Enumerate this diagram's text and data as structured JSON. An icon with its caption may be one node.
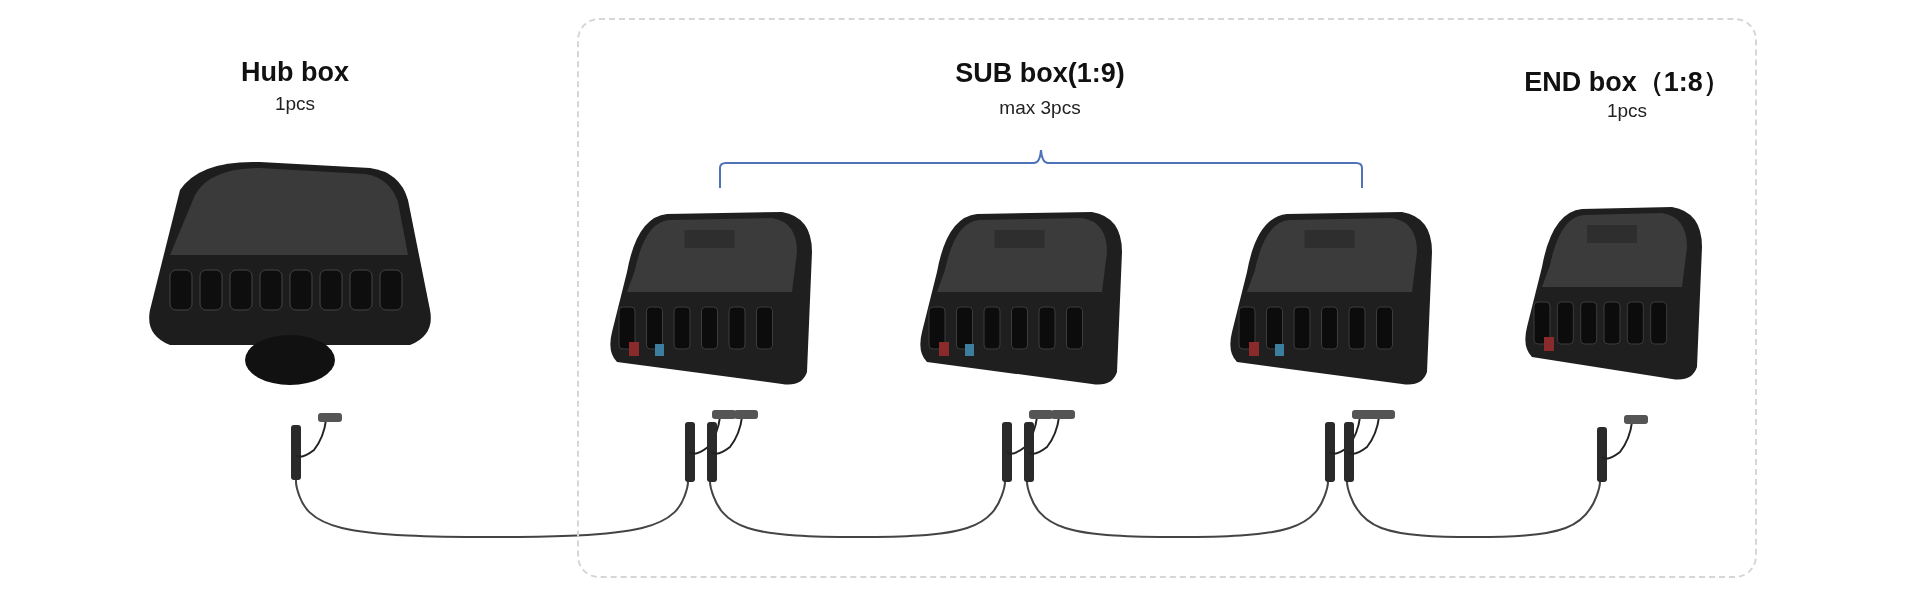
{
  "diagram": {
    "nodes": [
      {
        "text": [],
        "shape": "box"
      },
      {
        "text": [
          "Hub box",
          "1pcs"
        ]
      },
      {
        "text": [],
        "shape": "picture",
        "in": 0
      },
      {
        "text": [],
        "shape": "picture",
        "in": 0
      },
      {
        "text": [],
        "shape": "picture",
        "in": 0
      },
      {
        "text": [
          "END box（1:8）",
          "1pcs"
        ],
        "in": 0
      }
    ],
    "edges": [
      {
        "from": 1,
        "to": 2,
        "arrow": "none"
      },
      {
        "from": 2,
        "to": 3,
        "arrow": "none"
      },
      {
        "from": 3,
        "to": 4,
        "arrow": "none"
      },
      {
        "from": 4,
        "to": 5,
        "arrow": "none"
      }
    ],
    "labels": [
      "SUB box(1:9)",
      "max 3pcs"
    ]
  }
}
